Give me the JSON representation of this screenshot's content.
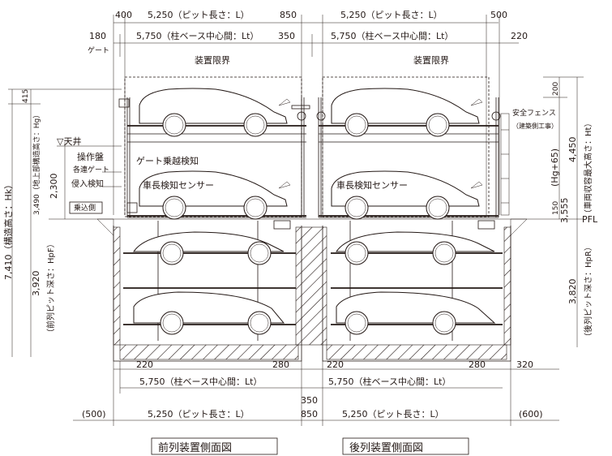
{
  "top_dims": {
    "front_left_offset": "400",
    "front_pit_length": "5,250（ピット長さ：L）",
    "middle_gap": "850",
    "rear_pit_length": "5,250（ピット長さ：L）",
    "rear_right_offset": "500",
    "front_gate_offset": "180",
    "gate_label": "ゲート",
    "front_column_span": "5,750（柱ベース中心間：Lt）",
    "middle_column_gap": "350",
    "rear_column_span": "5,750（柱ベース中心間：Lt）",
    "rear_right_column_offset": "220"
  },
  "labels": {
    "device_limit_front": "装置限界",
    "device_limit_rear": "装置限界",
    "ceiling": "▽天井",
    "control_panel": "操作盤",
    "each_gate": "各連ゲート",
    "intrusion_detect": "侵入検知",
    "entry_side": "乗込側",
    "gate_cross_detect": "ゲート乗越検知",
    "car_length_sensor_front": "車長検知センサー",
    "car_length_sensor_rear": "車長検知センサー",
    "safety_fence": "安全フェンス",
    "safety_fence_note": "（建築側工事）",
    "pfl": "PFL"
  },
  "left_dims": {
    "v415": "415",
    "hg": "3,490（地上部構造高さ：Hg）",
    "hk": "7,410（構造高さ：Hk）",
    "v2300": "2,300",
    "v3920": "3,920",
    "hpf": "（前列ピット深さ：HpF）"
  },
  "right_dims": {
    "v200": "200",
    "v4450": "4,450",
    "ht": "（車両収容最大高さ：Ht）",
    "hg65": "(Hg+65)",
    "v150": "150",
    "v3555": "3,555",
    "v3820": "3,820",
    "hpr": "（後列ピット深さ：HpR）"
  },
  "bottom_dims": {
    "front_220": "220",
    "front_280": "280",
    "rear_220": "220",
    "rear_280": "280",
    "rear_320": "320",
    "front_column_span": "5,750（柱ベース中心間：Lt）",
    "rear_column_span": "5,750（柱ベース中心間：Lt）",
    "middle_350": "350",
    "front_500": "(500)",
    "front_pit_length": "5,250（ピット長さ：L）",
    "middle_850": "850",
    "rear_pit_length": "5,250（ピット長さ：L）",
    "rear_600": "(600)"
  },
  "captions": {
    "front": "前列装置側面図",
    "rear": "後列装置側面図"
  }
}
